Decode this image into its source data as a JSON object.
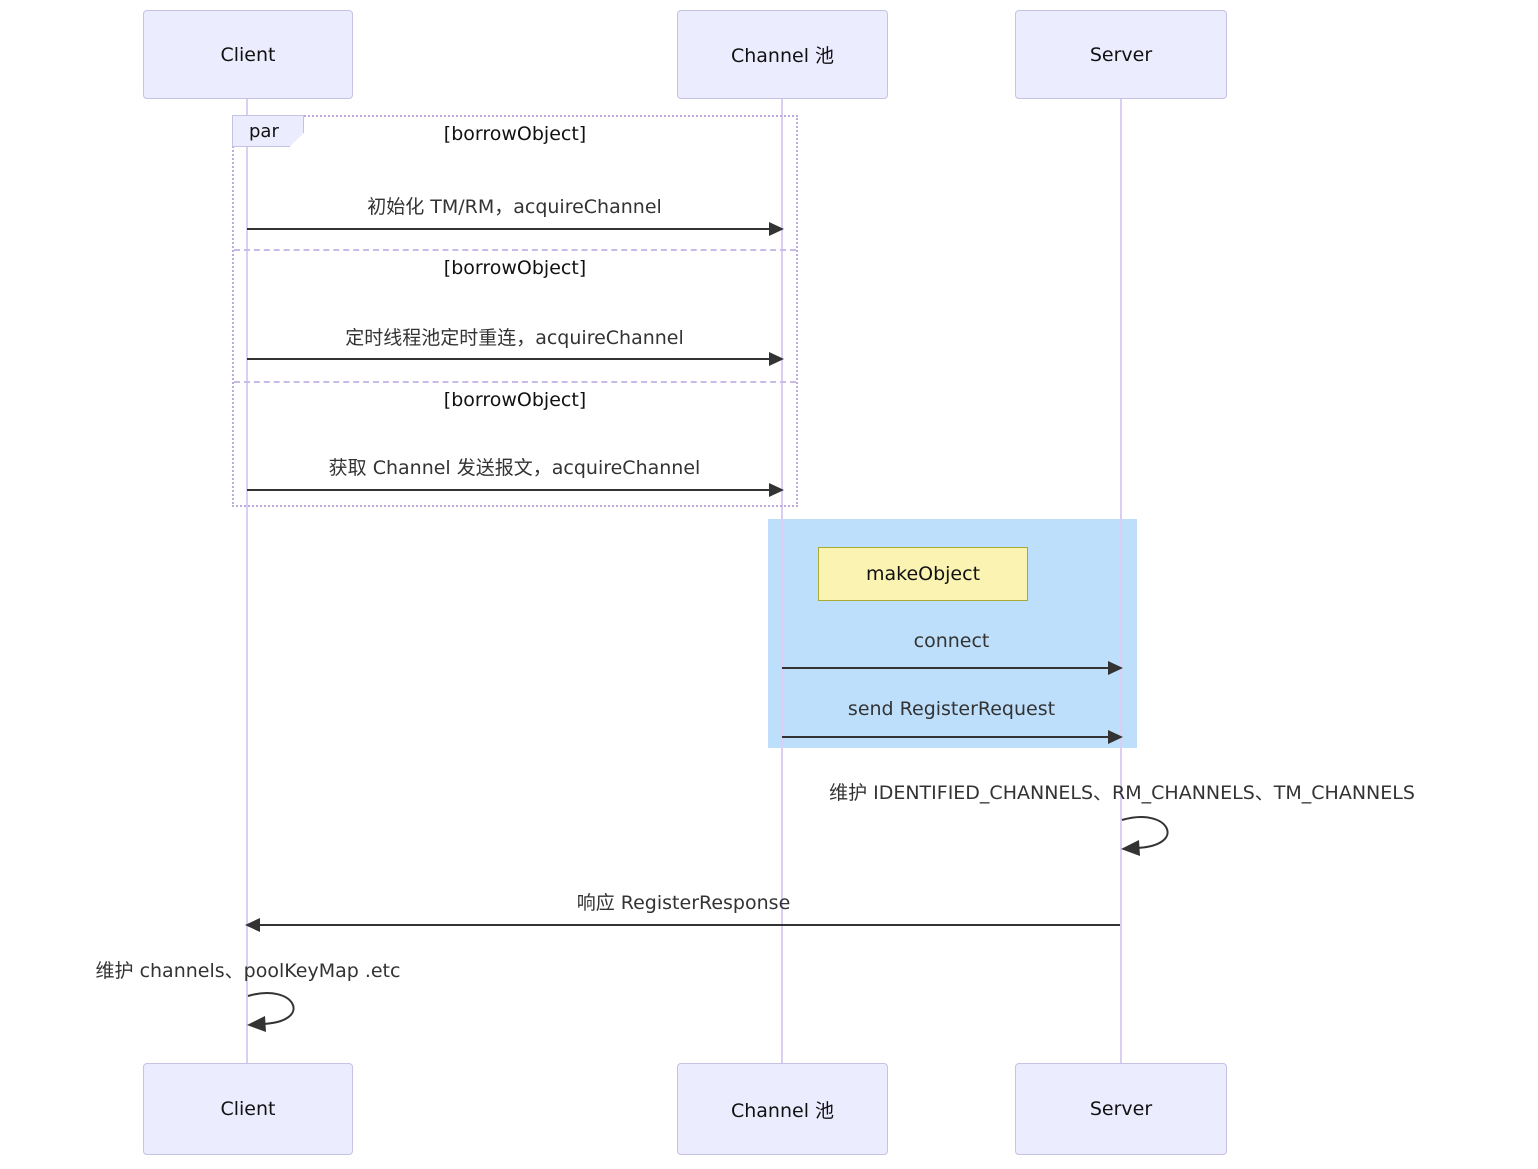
{
  "diagram": {
    "type": "sequence",
    "actors": [
      {
        "id": "client",
        "label": "Client"
      },
      {
        "id": "channel-pool",
        "label": "Channel 池"
      },
      {
        "id": "server",
        "label": "Server"
      }
    ],
    "par_block": {
      "tag": "par",
      "sections": [
        {
          "condition": "[borrowObject]",
          "message": "初始化 TM/RM，acquireChannel",
          "from": "Client",
          "to": "Channel 池"
        },
        {
          "condition": "[borrowObject]",
          "message": "定时线程池定时重连，acquireChannel",
          "from": "Client",
          "to": "Channel 池"
        },
        {
          "condition": "[borrowObject]",
          "message": "获取 Channel 发送报文，acquireChannel",
          "from": "Client",
          "to": "Channel 池"
        }
      ]
    },
    "note": {
      "label": "makeObject"
    },
    "messages": {
      "connect": {
        "label": "connect",
        "from": "Channel 池",
        "to": "Server"
      },
      "send_register_request": {
        "label": "send RegisterRequest",
        "from": "Channel 池",
        "to": "Server"
      },
      "maintain_server": {
        "label": "维护 IDENTIFIED_CHANNELS、RM_CHANNELS、TM_CHANNELS",
        "from": "Server",
        "to": "Server"
      },
      "register_response": {
        "label": "响应 RegisterResponse",
        "from": "Server",
        "to": "Client"
      },
      "maintain_client": {
        "label": "维护 channels、poolKeyMap .etc",
        "from": "Client",
        "to": "Client"
      }
    },
    "colors": {
      "actor_fill": "#ECECFF",
      "actor_border": "#C5C2E3",
      "lifeline": "#DCCDF2",
      "par_border": "#BCA9DE",
      "highlight_rect": "#BDDFFB",
      "note_fill": "#FBF3B1",
      "note_border": "#AAAA33",
      "arrow": "#333333",
      "text": "#333333"
    }
  }
}
